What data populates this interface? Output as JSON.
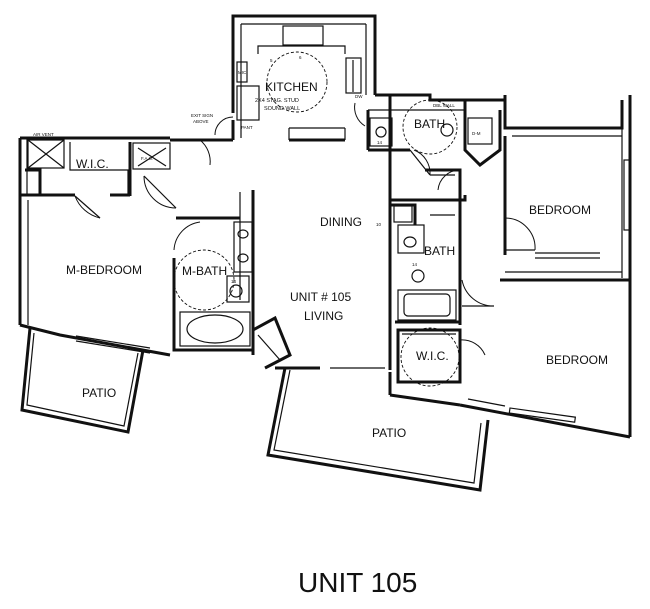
{
  "plan": {
    "title": "UNIT 105",
    "rooms": {
      "kitchen": "KITCHEN",
      "kitchen_note": "2X4 STAG. STUD",
      "kitchen_note2": "SOUND WALL",
      "dining": "DINING",
      "unit_living": "UNIT # 105",
      "living": "LIVING",
      "master_bedroom": "M-BEDROOM",
      "master_bath": "M-BATH",
      "wic_left": "W.I.C.",
      "wic_right": "W.I.C.",
      "bath_top": "BATH",
      "bath_mid": "BATH",
      "bedroom_top": "BEDROOM",
      "bedroom_bottom": "BEDROOM",
      "patio_left": "PATIO",
      "patio_center": "PATIO"
    },
    "notes": {
      "air_vent": "AIR VENT",
      "exit_sign": "EXIT SIGN",
      "exit_sign2": "ABOVE",
      "fau": "F.A.U.",
      "del_wall": "DBL WALL",
      "pant": "PANT",
      "mc": "MIC",
      "dw": "DW",
      "dm": "D-M",
      "num_14a": "14",
      "num_14b": "14",
      "num_14c": "14",
      "num_14d": "14",
      "num_10": "10",
      "num_5": "5",
      "num_6": "6"
    }
  }
}
